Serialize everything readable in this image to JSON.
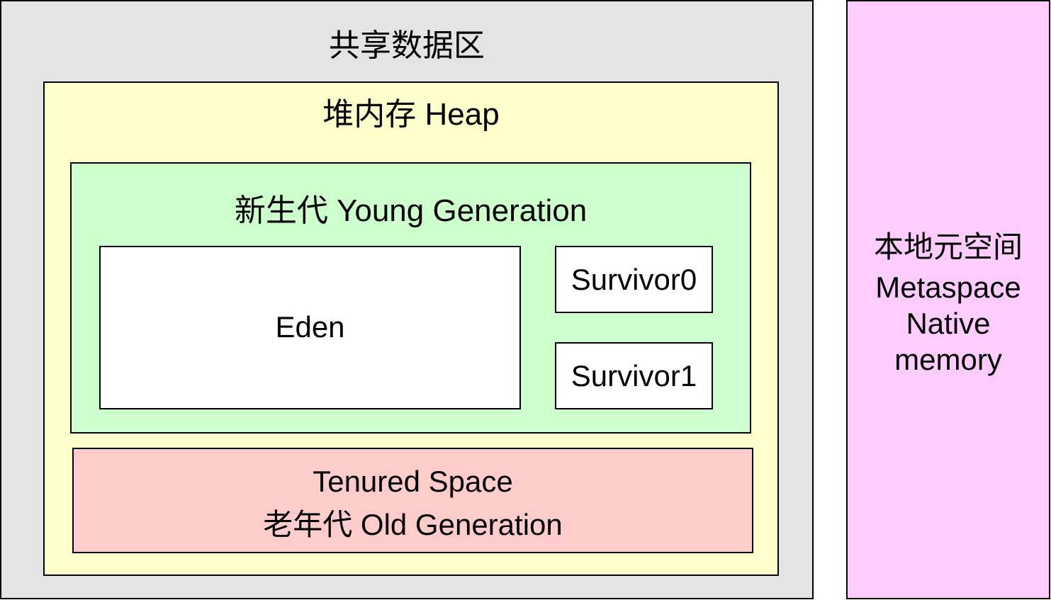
{
  "diagram": {
    "shared_area": {
      "title": "共享数据区"
    },
    "heap": {
      "title": "堆内存 Heap"
    },
    "young_generation": {
      "title": "新生代 Young Generation",
      "eden": "Eden",
      "survivor0": "Survivor0",
      "survivor1": "Survivor1"
    },
    "old_generation": {
      "line1": "Tenured Space",
      "line2": "老年代 Old Generation"
    },
    "metaspace": {
      "line1": "本地元空间",
      "line2": "Metaspace",
      "line3": "Native",
      "line4": "memory"
    },
    "colors": {
      "shared": "#e4e4e4",
      "heap": "#ffffcc",
      "young": "#ccffcc",
      "region": "#ffffff",
      "old": "#ffcccc",
      "metaspace": "#ffccff"
    }
  }
}
